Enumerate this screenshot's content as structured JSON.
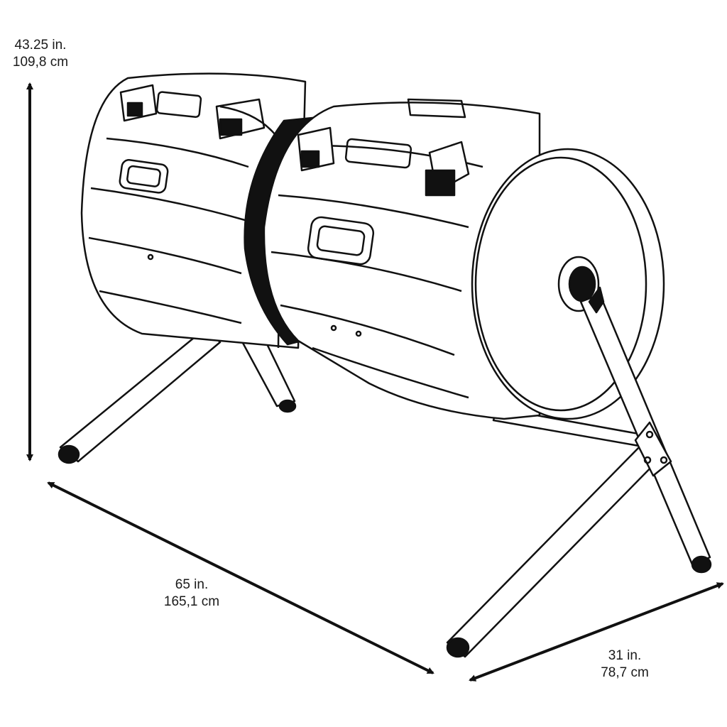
{
  "dimensions": {
    "height": {
      "imperial": "43.25 in.",
      "metric": "109,8 cm"
    },
    "length": {
      "imperial": "65 in.",
      "metric": "165,1 cm"
    },
    "width": {
      "imperial": "31 in.",
      "metric": "78,7 cm"
    }
  },
  "colors": {
    "line": "#111111",
    "background": "#ffffff"
  },
  "illustration": "dual-chamber-compost-tumbler"
}
